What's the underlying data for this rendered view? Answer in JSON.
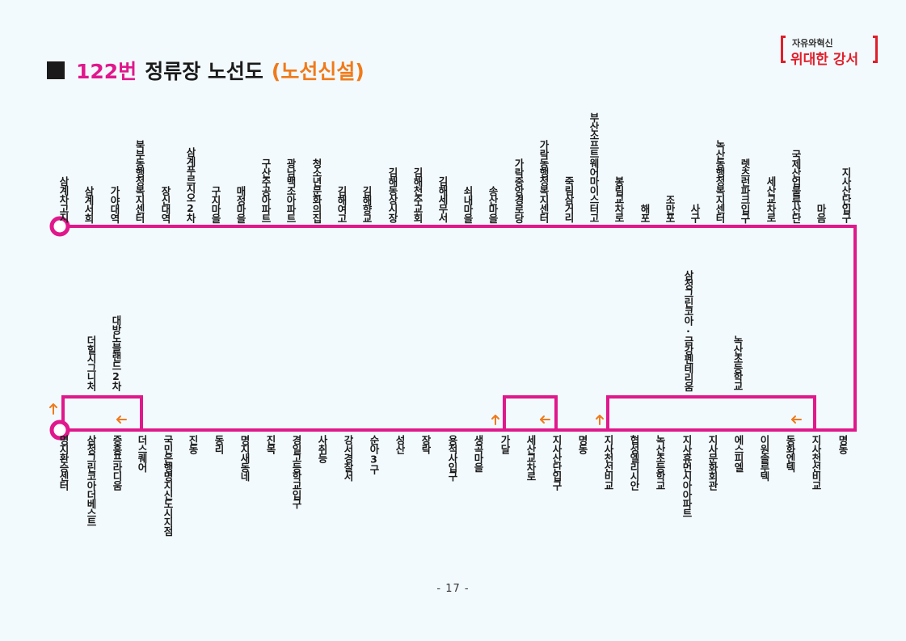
{
  "header": {
    "route_number": "122번",
    "title_text": "정류장 노선도",
    "tag": "(노선신설)"
  },
  "logo": {
    "top": "자유와혁신",
    "bottom": "위대한 강서"
  },
  "colors": {
    "route_line": "#e0188c",
    "arrow": "#f07a1a",
    "title_accent": "#e0188c",
    "logo_red": "#e01e2a"
  },
  "top_stops": [
    "삼계차고지",
    "삼계서희",
    "가야대역",
    "북부동행정복지센터",
    "장신대역",
    "삼계푸르지오2차",
    "구지마을",
    "매정마을",
    "구산주공아파트",
    "광남백조아파트",
    "청소년문화의집",
    "김해여고",
    "김해향교",
    "김해동상시장",
    "김해천주교회",
    "김해세무서",
    "쇠내마을",
    "송산마을",
    "가락중앙경로당",
    "가락동행정복지센터",
    "죽림삼거리",
    "부산소프트웨어마이스터고",
    "봉림교차로",
    "해포",
    "조만포",
    "사구",
    "녹산동행정복지센터",
    "렛츠런파크입구",
    "세산교차로",
    "국제산업물류산단",
    "마음",
    "지사산단입구"
  ],
  "bottom_stops": [
    "명지환승센터",
    "삼정그린코아더베스트",
    "증흥프라디움",
    "더스퀘어",
    "국민은행명지신도시지점",
    "진동",
    "동리",
    "명지새동네",
    "진목",
    "경일고등학교입구",
    "사취등",
    "강서경찰서",
    "순아3구",
    "성산",
    "장락",
    "용적사입구",
    "생곡마을",
    "가달",
    "세산교차로",
    "지사산단입구",
    "명동",
    "지사천선비교",
    "협성엘리시안",
    "녹산초등학교",
    "지사휴먼시아아파트",
    "지사문화회관",
    "에스피엘",
    "이원솔루텍",
    "동화엔텍",
    "지사천선비교",
    "명동"
  ],
  "branch_stops": [
    {
      "label": "더힐시그니처"
    },
    {
      "label": "대방노블랜드2차"
    },
    {
      "label": "삼정그린코아·금강펜테리움"
    },
    {
      "label": "녹산초등학교"
    }
  ],
  "page_number": "- 17 -"
}
